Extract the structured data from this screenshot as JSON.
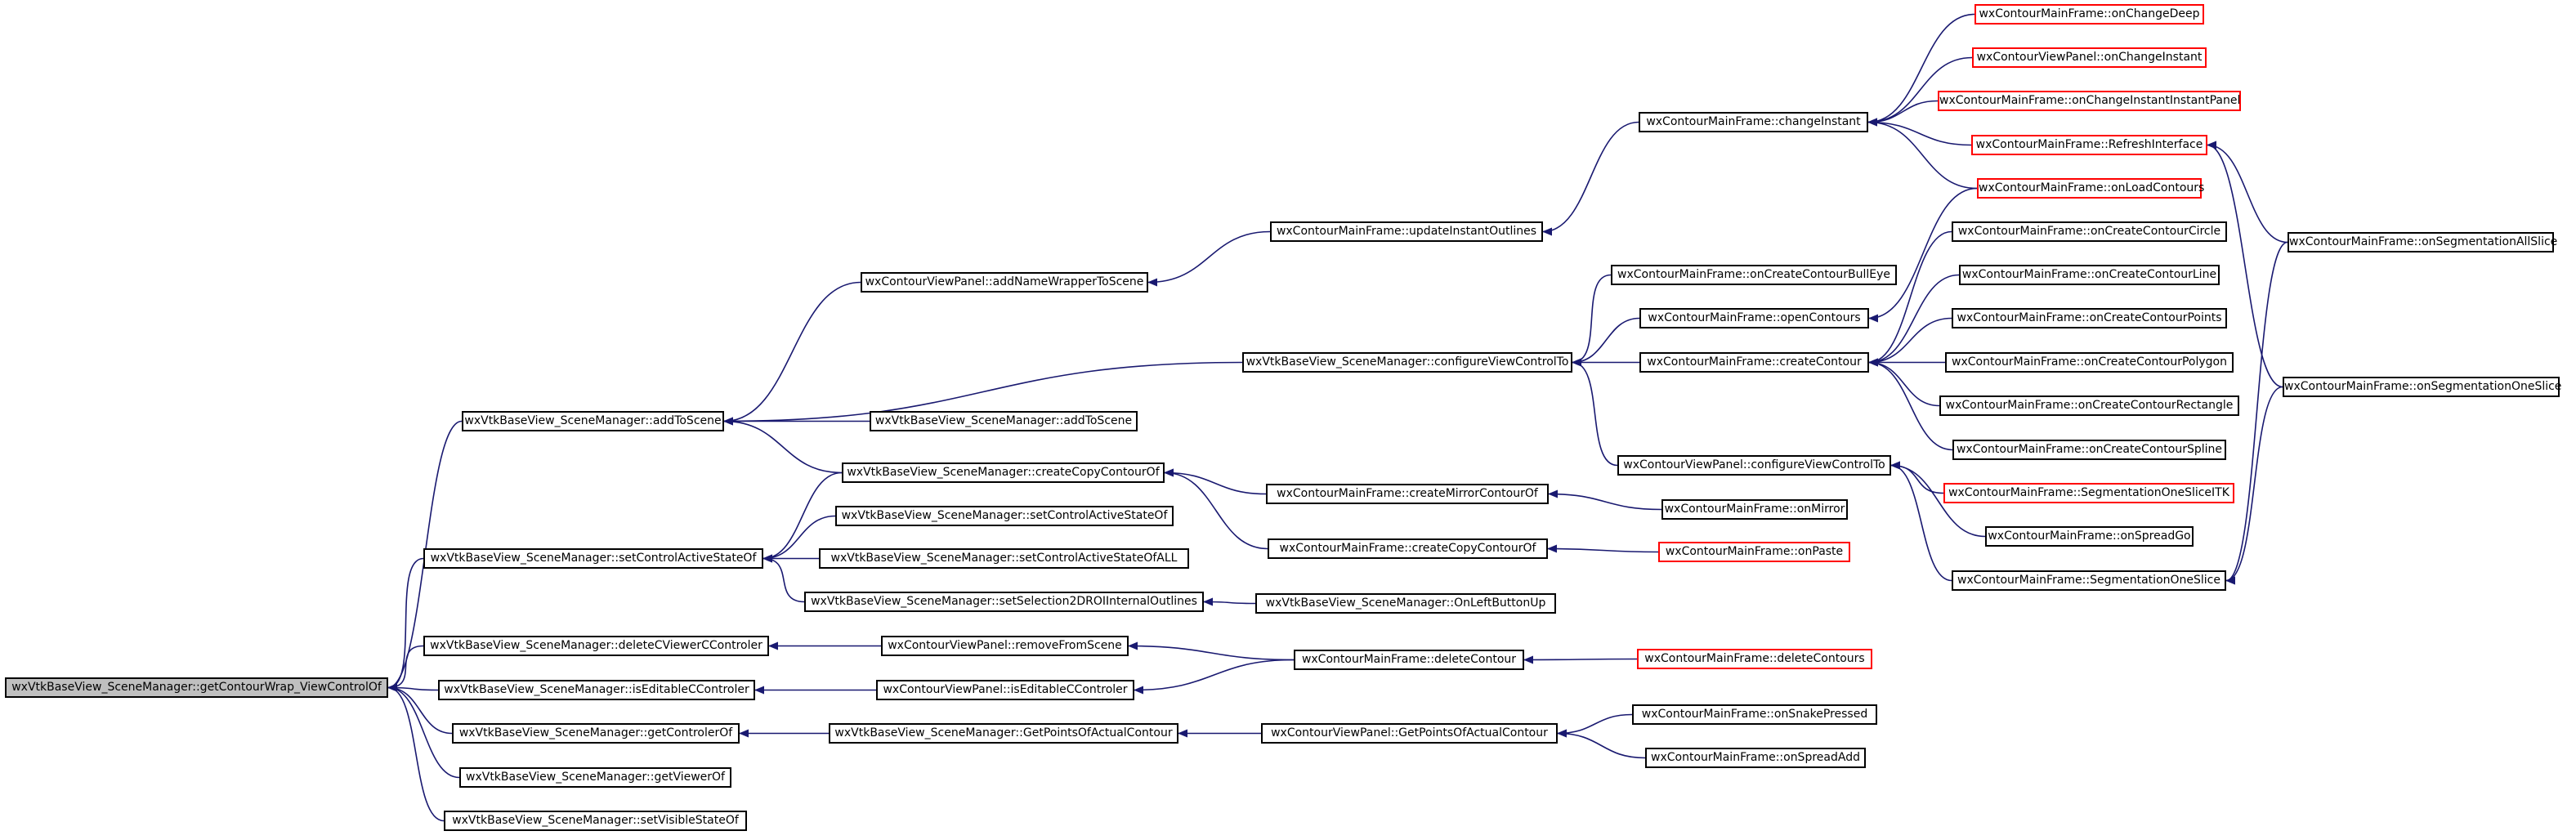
{
  "graph": {
    "nodes": [
      {
        "id": "root",
        "label": "wxVtkBaseView_SceneManager::getContourWrap_ViewControlOf",
        "style": "root"
      },
      {
        "id": "addToScene",
        "label": "wxVtkBaseView_SceneManager::addToScene",
        "style": "normal"
      },
      {
        "id": "setControlActiveStateOf",
        "label": "wxVtkBaseView_SceneManager::setControlActiveStateOf",
        "style": "normal"
      },
      {
        "id": "deleteCViewerCControler",
        "label": "wxVtkBaseView_SceneManager::deleteCViewerCControler",
        "style": "normal"
      },
      {
        "id": "isEditableCControler",
        "label": "wxVtkBaseView_SceneManager::isEditableCControler",
        "style": "normal"
      },
      {
        "id": "getControlerOf",
        "label": "wxVtkBaseView_SceneManager::getControlerOf",
        "style": "normal"
      },
      {
        "id": "getViewerOf",
        "label": "wxVtkBaseView_SceneManager::getViewerOf",
        "style": "normal"
      },
      {
        "id": "setVisibleStateOf",
        "label": "wxVtkBaseView_SceneManager::setVisibleStateOf",
        "style": "normal"
      },
      {
        "id": "panelAddNameWrapperToScene",
        "label": "wxContourViewPanel::addNameWrapperToScene",
        "style": "normal"
      },
      {
        "id": "smAddToScene2",
        "label": "wxVtkBaseView_SceneManager::addToScene",
        "style": "normal"
      },
      {
        "id": "createCopyContourOf",
        "label": "wxVtkBaseView_SceneManager::createCopyContourOf",
        "style": "normal"
      },
      {
        "id": "setControlActiveStateOf2",
        "label": "wxVtkBaseView_SceneManager::setControlActiveStateOf",
        "style": "normal"
      },
      {
        "id": "setControlActiveStateOfALL",
        "label": "wxVtkBaseView_SceneManager::setControlActiveStateOfALL",
        "style": "normal"
      },
      {
        "id": "setSelection2DROIInternalOutlines",
        "label": "wxVtkBaseView_SceneManager::setSelection2DROIInternalOutlines",
        "style": "normal"
      },
      {
        "id": "panelRemoveFromScene",
        "label": "wxContourViewPanel::removeFromScene",
        "style": "normal"
      },
      {
        "id": "panelIsEditableCControler",
        "label": "wxContourViewPanel::isEditableCControler",
        "style": "normal"
      },
      {
        "id": "smGetPointsOfActualContour",
        "label": "wxVtkBaseView_SceneManager::GetPointsOfActualContour",
        "style": "normal"
      },
      {
        "id": "updateInstantOutlines",
        "label": "wxContourMainFrame::updateInstantOutlines",
        "style": "normal"
      },
      {
        "id": "smConfigureViewControlTo",
        "label": "wxVtkBaseView_SceneManager::configureViewControlTo",
        "style": "normal"
      },
      {
        "id": "createMirrorContourOf",
        "label": "wxContourMainFrame::createMirrorContourOf",
        "style": "normal"
      },
      {
        "id": "mfCreateCopyContourOf",
        "label": "wxContourMainFrame::createCopyContourOf",
        "style": "normal"
      },
      {
        "id": "onLeftButtonUp",
        "label": "wxVtkBaseView_SceneManager::OnLeftButtonUp",
        "style": "normal"
      },
      {
        "id": "deleteContour",
        "label": "wxContourMainFrame::deleteContour",
        "style": "normal"
      },
      {
        "id": "panelGetPointsOfActualContour",
        "label": "wxContourViewPanel::GetPointsOfActualContour",
        "style": "normal"
      },
      {
        "id": "changeInstant",
        "label": "wxContourMainFrame::changeInstant",
        "style": "normal"
      },
      {
        "id": "onCreateContourBullEye",
        "label": "wxContourMainFrame::onCreateContourBullEye",
        "style": "normal"
      },
      {
        "id": "openContours",
        "label": "wxContourMainFrame::openContours",
        "style": "normal"
      },
      {
        "id": "createContour",
        "label": "wxContourMainFrame::createContour",
        "style": "normal"
      },
      {
        "id": "panelConfigureViewControlTo",
        "label": "wxContourViewPanel::configureViewControlTo",
        "style": "normal"
      },
      {
        "id": "onMirror",
        "label": "wxContourMainFrame::onMirror",
        "style": "normal"
      },
      {
        "id": "onPaste",
        "label": "wxContourMainFrame::onPaste",
        "style": "undoc"
      },
      {
        "id": "deleteContours",
        "label": "wxContourMainFrame::deleteContours",
        "style": "undoc"
      },
      {
        "id": "onSnakePressed",
        "label": "wxContourMainFrame::onSnakePressed",
        "style": "normal"
      },
      {
        "id": "onSpreadAdd",
        "label": "wxContourMainFrame::onSpreadAdd",
        "style": "normal"
      },
      {
        "id": "onChangeDeep",
        "label": "wxContourMainFrame::onChangeDeep",
        "style": "undoc"
      },
      {
        "id": "panelOnChangeInstant",
        "label": "wxContourViewPanel::onChangeInstant",
        "style": "undoc"
      },
      {
        "id": "onChangeInstantInstantPanel",
        "label": "wxContourMainFrame::onChangeInstantInstantPanel",
        "style": "undoc"
      },
      {
        "id": "refreshInterface",
        "label": "wxContourMainFrame::RefreshInterface",
        "style": "undoc"
      },
      {
        "id": "onLoadContours",
        "label": "wxContourMainFrame::onLoadContours",
        "style": "undoc"
      },
      {
        "id": "onCreateContourCircle",
        "label": "wxContourMainFrame::onCreateContourCircle",
        "style": "normal"
      },
      {
        "id": "onCreateContourLine",
        "label": "wxContourMainFrame::onCreateContourLine",
        "style": "normal"
      },
      {
        "id": "onCreateContourPoints",
        "label": "wxContourMainFrame::onCreateContourPoints",
        "style": "normal"
      },
      {
        "id": "onCreateContourPolygon",
        "label": "wxContourMainFrame::onCreateContourPolygon",
        "style": "normal"
      },
      {
        "id": "onCreateContourRectangle",
        "label": "wxContourMainFrame::onCreateContourRectangle",
        "style": "normal"
      },
      {
        "id": "onCreateContourSpline",
        "label": "wxContourMainFrame::onCreateContourSpline",
        "style": "normal"
      },
      {
        "id": "segmentationOneSliceITK",
        "label": "wxContourMainFrame::SegmentationOneSliceITK",
        "style": "undoc"
      },
      {
        "id": "onSpreadGo",
        "label": "wxContourMainFrame::onSpreadGo",
        "style": "normal"
      },
      {
        "id": "segmentationOneSlice",
        "label": "wxContourMainFrame::SegmentationOneSlice",
        "style": "normal"
      },
      {
        "id": "onSegmentationAllSlice",
        "label": "wxContourMainFrame::onSegmentationAllSlice",
        "style": "normal"
      },
      {
        "id": "onSegmentationOneSlice",
        "label": "wxContourMainFrame::onSegmentationOneSlice",
        "style": "normal"
      }
    ],
    "edges": [
      [
        "addToScene",
        "root"
      ],
      [
        "setControlActiveStateOf",
        "root"
      ],
      [
        "deleteCViewerCControler",
        "root"
      ],
      [
        "isEditableCControler",
        "root"
      ],
      [
        "getControlerOf",
        "root"
      ],
      [
        "getViewerOf",
        "root"
      ],
      [
        "setVisibleStateOf",
        "root"
      ],
      [
        "panelAddNameWrapperToScene",
        "addToScene"
      ],
      [
        "smConfigureViewControlTo",
        "addToScene"
      ],
      [
        "smAddToScene2",
        "addToScene"
      ],
      [
        "createCopyContourOf",
        "addToScene"
      ],
      [
        "createCopyContourOf",
        "setControlActiveStateOf"
      ],
      [
        "setControlActiveStateOf2",
        "setControlActiveStateOf"
      ],
      [
        "setControlActiveStateOfALL",
        "setControlActiveStateOf"
      ],
      [
        "setSelection2DROIInternalOutlines",
        "setControlActiveStateOf"
      ],
      [
        "panelRemoveFromScene",
        "deleteCViewerCControler"
      ],
      [
        "panelIsEditableCControler",
        "isEditableCControler"
      ],
      [
        "smGetPointsOfActualContour",
        "getControlerOf"
      ],
      [
        "updateInstantOutlines",
        "panelAddNameWrapperToScene"
      ],
      [
        "createMirrorContourOf",
        "createCopyContourOf"
      ],
      [
        "mfCreateCopyContourOf",
        "createCopyContourOf"
      ],
      [
        "onLeftButtonUp",
        "setSelection2DROIInternalOutlines"
      ],
      [
        "deleteContour",
        "panelRemoveFromScene"
      ],
      [
        "deleteContour",
        "panelIsEditableCControler"
      ],
      [
        "panelGetPointsOfActualContour",
        "smGetPointsOfActualContour"
      ],
      [
        "changeInstant",
        "updateInstantOutlines"
      ],
      [
        "onCreateContourBullEye",
        "smConfigureViewControlTo"
      ],
      [
        "openContours",
        "smConfigureViewControlTo"
      ],
      [
        "createContour",
        "smConfigureViewControlTo"
      ],
      [
        "panelConfigureViewControlTo",
        "smConfigureViewControlTo"
      ],
      [
        "onMirror",
        "createMirrorContourOf"
      ],
      [
        "onPaste",
        "mfCreateCopyContourOf"
      ],
      [
        "deleteContours",
        "deleteContour"
      ],
      [
        "onSnakePressed",
        "panelGetPointsOfActualContour"
      ],
      [
        "onSpreadAdd",
        "panelGetPointsOfActualContour"
      ],
      [
        "onChangeDeep",
        "changeInstant"
      ],
      [
        "panelOnChangeInstant",
        "changeInstant"
      ],
      [
        "onChangeInstantInstantPanel",
        "changeInstant"
      ],
      [
        "refreshInterface",
        "changeInstant"
      ],
      [
        "onLoadContours",
        "changeInstant"
      ],
      [
        "onLoadContours",
        "openContours"
      ],
      [
        "onCreateContourCircle",
        "createContour"
      ],
      [
        "onCreateContourLine",
        "createContour"
      ],
      [
        "onCreateContourPoints",
        "createContour"
      ],
      [
        "onCreateContourPolygon",
        "createContour"
      ],
      [
        "onCreateContourRectangle",
        "createContour"
      ],
      [
        "onCreateContourSpline",
        "createContour"
      ],
      [
        "segmentationOneSliceITK",
        "panelConfigureViewControlTo"
      ],
      [
        "onSpreadGo",
        "panelConfigureViewControlTo"
      ],
      [
        "segmentationOneSlice",
        "panelConfigureViewControlTo"
      ],
      [
        "onSegmentationAllSlice",
        "refreshInterface"
      ],
      [
        "onSegmentationOneSlice",
        "refreshInterface"
      ],
      [
        "onSegmentationAllSlice",
        "segmentationOneSlice"
      ],
      [
        "onSegmentationOneSlice",
        "segmentationOneSlice"
      ]
    ]
  }
}
